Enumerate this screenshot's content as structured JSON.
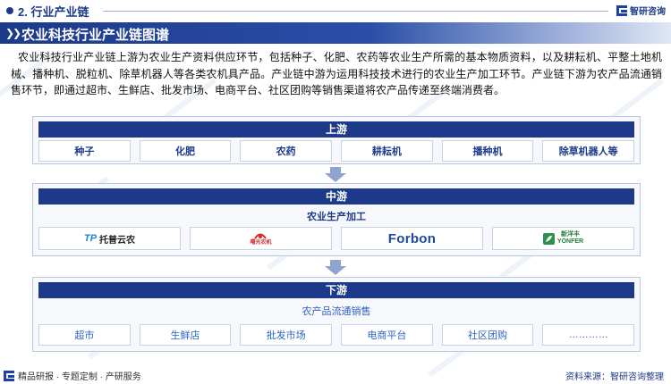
{
  "header": {
    "section_label": "2. 行业产业链",
    "brand_name": "智研咨询"
  },
  "title": "农业科技行业产业链图谱",
  "description": "农业科技行业产业链上游为农业生产资料供应环节，包括种子、化肥、农药等农业生产所需的基本物质资料，以及耕耘机、平整土地机械、播种机、脱粒机、除草机器人等各类农机具产品。产业链中游为运用科技技术进行的农业生产加工环节。产业链下游为农产品流通销售环节，即通过超市、生鲜店、批发市场、电商平台、社区团购等销售渠道将农产品传递至终端消费者。",
  "upstream": {
    "label": "上游",
    "items": [
      "种子",
      "化肥",
      "农药",
      "耕耘机",
      "播种机",
      "除草机器人等"
    ]
  },
  "midstream": {
    "label": "中游",
    "sublabel": "农业生产加工",
    "companies": [
      {
        "logo_text": "TP",
        "name": "托普云农"
      },
      {
        "logo_text": "",
        "name": "曙光农机"
      },
      {
        "logo_text": "Forbon",
        "name": "Forbon"
      },
      {
        "logo_text": "新洋丰",
        "name": "YONFER"
      }
    ]
  },
  "downstream": {
    "label": "下游",
    "sublabel": "农产品流通销售",
    "items": [
      "超市",
      "生鲜店",
      "批发市场",
      "电商平台",
      "社区团购",
      "…………"
    ]
  },
  "footer": {
    "left_text": "精品研报 · 专题定制 · 产研服务",
    "source": "资料来源：智研咨询整理"
  },
  "colors": {
    "primary": "#1d3a8a",
    "accent": "#2f62c4",
    "panel": "#f6f8fc"
  }
}
